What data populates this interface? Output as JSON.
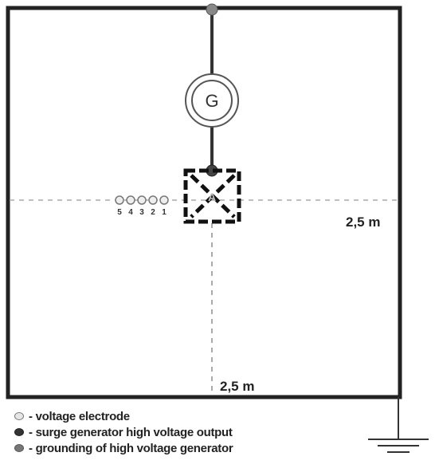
{
  "diagram": {
    "generator_label": "G",
    "point_label": "A",
    "dim_horizontal": "2,5 m",
    "dim_vertical": "2,5 m",
    "electrode_numbers": [
      "5",
      "4",
      "3",
      "2",
      "1"
    ]
  },
  "legend": {
    "items": [
      {
        "text": "- voltage electrode",
        "color": "#e6e6e6"
      },
      {
        "text": "- surge generator high voltage output",
        "color": "#333333"
      },
      {
        "text": "- grounding of high voltage generator",
        "color": "#777777"
      }
    ]
  }
}
